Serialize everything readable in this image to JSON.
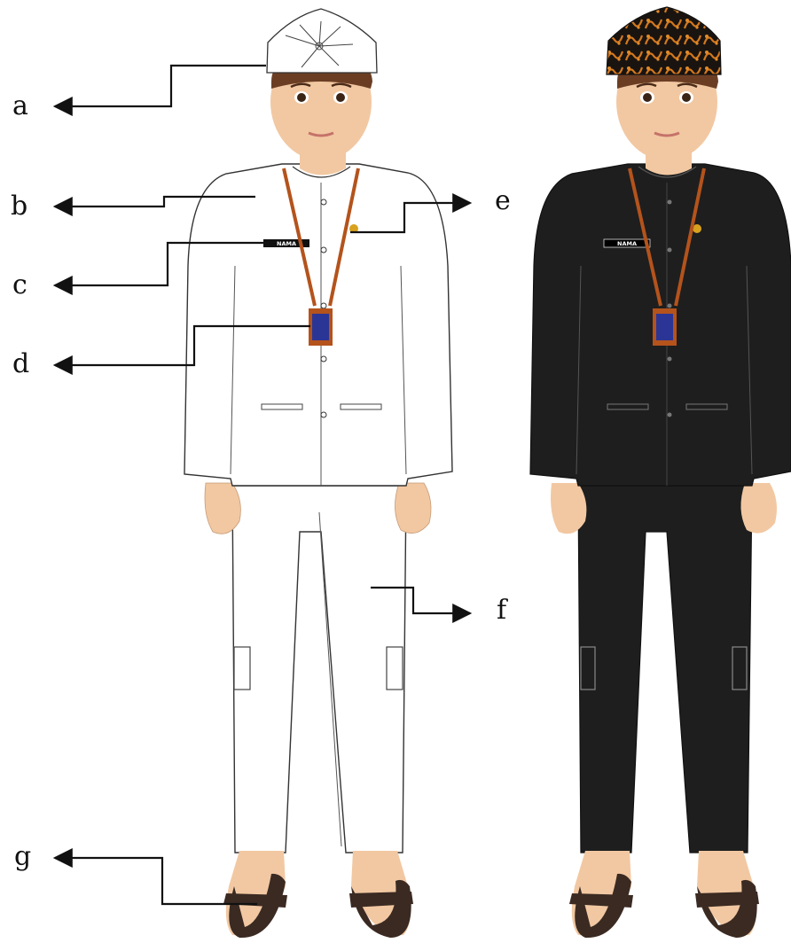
{
  "callouts": {
    "a": "a",
    "b": "b",
    "c": "c",
    "d": "d",
    "e": "e",
    "f": "f",
    "g": "g"
  },
  "name_tag": {
    "left": "NAMA",
    "right": "NAMA"
  },
  "colors": {
    "white_outfit": "#ffffff",
    "black_outfit": "#1e1e1e",
    "skin": "#f2c8a2",
    "lanyard": "#b4531c",
    "id_card": "#2b3596",
    "batik_cap": "#d2781e",
    "sandal": "#3a2a22"
  }
}
